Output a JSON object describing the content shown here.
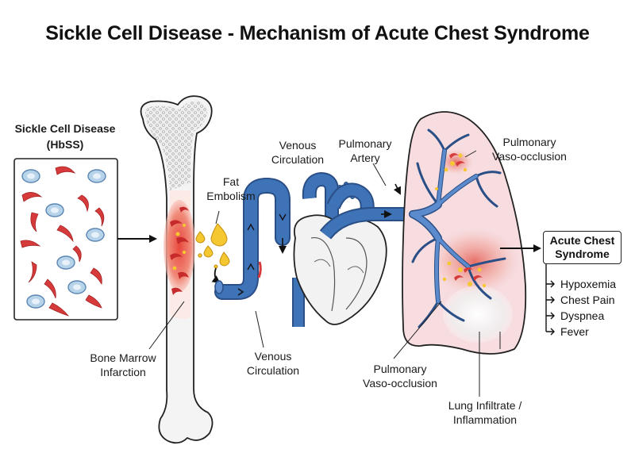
{
  "title": "Sickle Cell Disease - Mechanism of Acute Chest Syndrome",
  "labels": {
    "scd_title": "Sickle Cell Disease",
    "scd_sub": "(HbSS)",
    "fat_embolism_1": "Fat",
    "fat_embolism_2": "Embolism",
    "venous_top_1": "Venous",
    "venous_top_2": "Circulation",
    "pulm_artery_1": "Pulmonary",
    "pulm_artery_2": "Artery",
    "pvo_top_1": "Pulmonary",
    "pvo_top_2": "Vaso-occlusion",
    "marrow_1": "Bone Marrow",
    "marrow_2": "Infarction",
    "venous_bottom_1": "Venous",
    "venous_bottom_2": "Circulation",
    "pvo_bottom_1": "Pulmonary",
    "pvo_bottom_2": "Vaso-occlusion",
    "infiltrate_1": "Lung Infiltrate /",
    "infiltrate_2": "Inflammation"
  },
  "outcome": {
    "title_1": "Acute Chest",
    "title_2": "Syndrome",
    "symptoms": [
      "Hypoxemia",
      "Chest Pain",
      "Dyspnea",
      "Fever"
    ]
  },
  "colors": {
    "vessel_blue": "#3e73b8",
    "sickle_red": "#d73a3a",
    "normal_cell_blue": "#b7d3ea",
    "fat_yellow": "#f5c730",
    "lung_pink": "#f7dde0",
    "inflammation_red": "#e0463e"
  }
}
